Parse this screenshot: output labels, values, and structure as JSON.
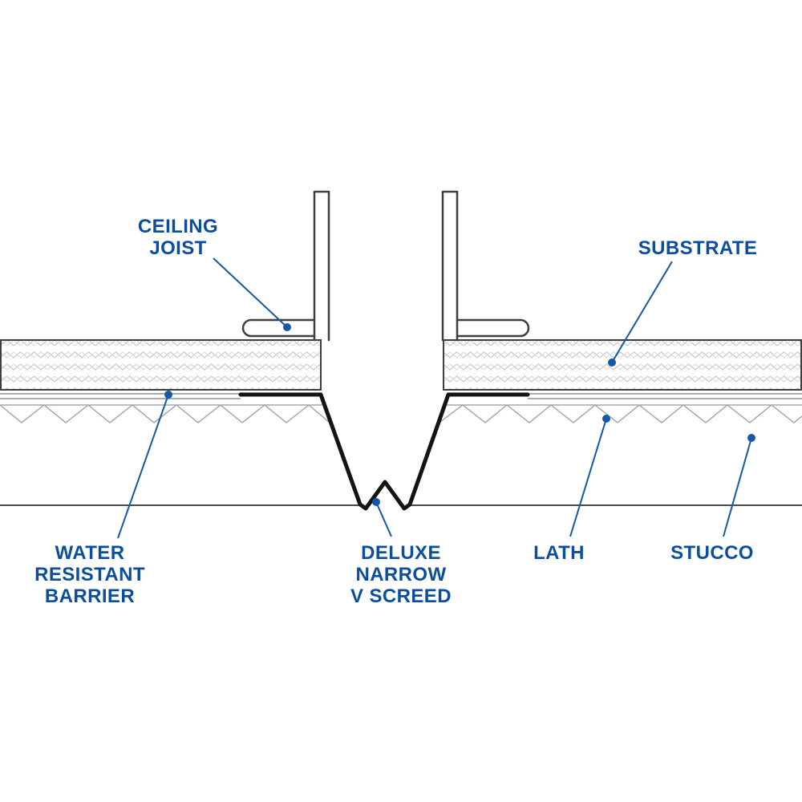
{
  "labels": {
    "ceiling_joist": "CEILING\nJOIST",
    "substrate": "SUBSTRATE",
    "water_resistant_barrier": "WATER\nRESISTANT\nBARRIER",
    "deluxe_narrow_v_screed": "DELUXE\nNARROW\nV SCREED",
    "lath": "LATH",
    "stucco": "STUCCO"
  },
  "colors": {
    "label_text": "#0B4E9E",
    "leader_line": "#1558A5",
    "outline": "#3f3f3f",
    "screed": "#141414",
    "hatch": "#bcbcbc",
    "hatch_light": "#d6d6d6",
    "lath_line": "#a9a9a9",
    "wrb_line": "#8f8f8f"
  }
}
